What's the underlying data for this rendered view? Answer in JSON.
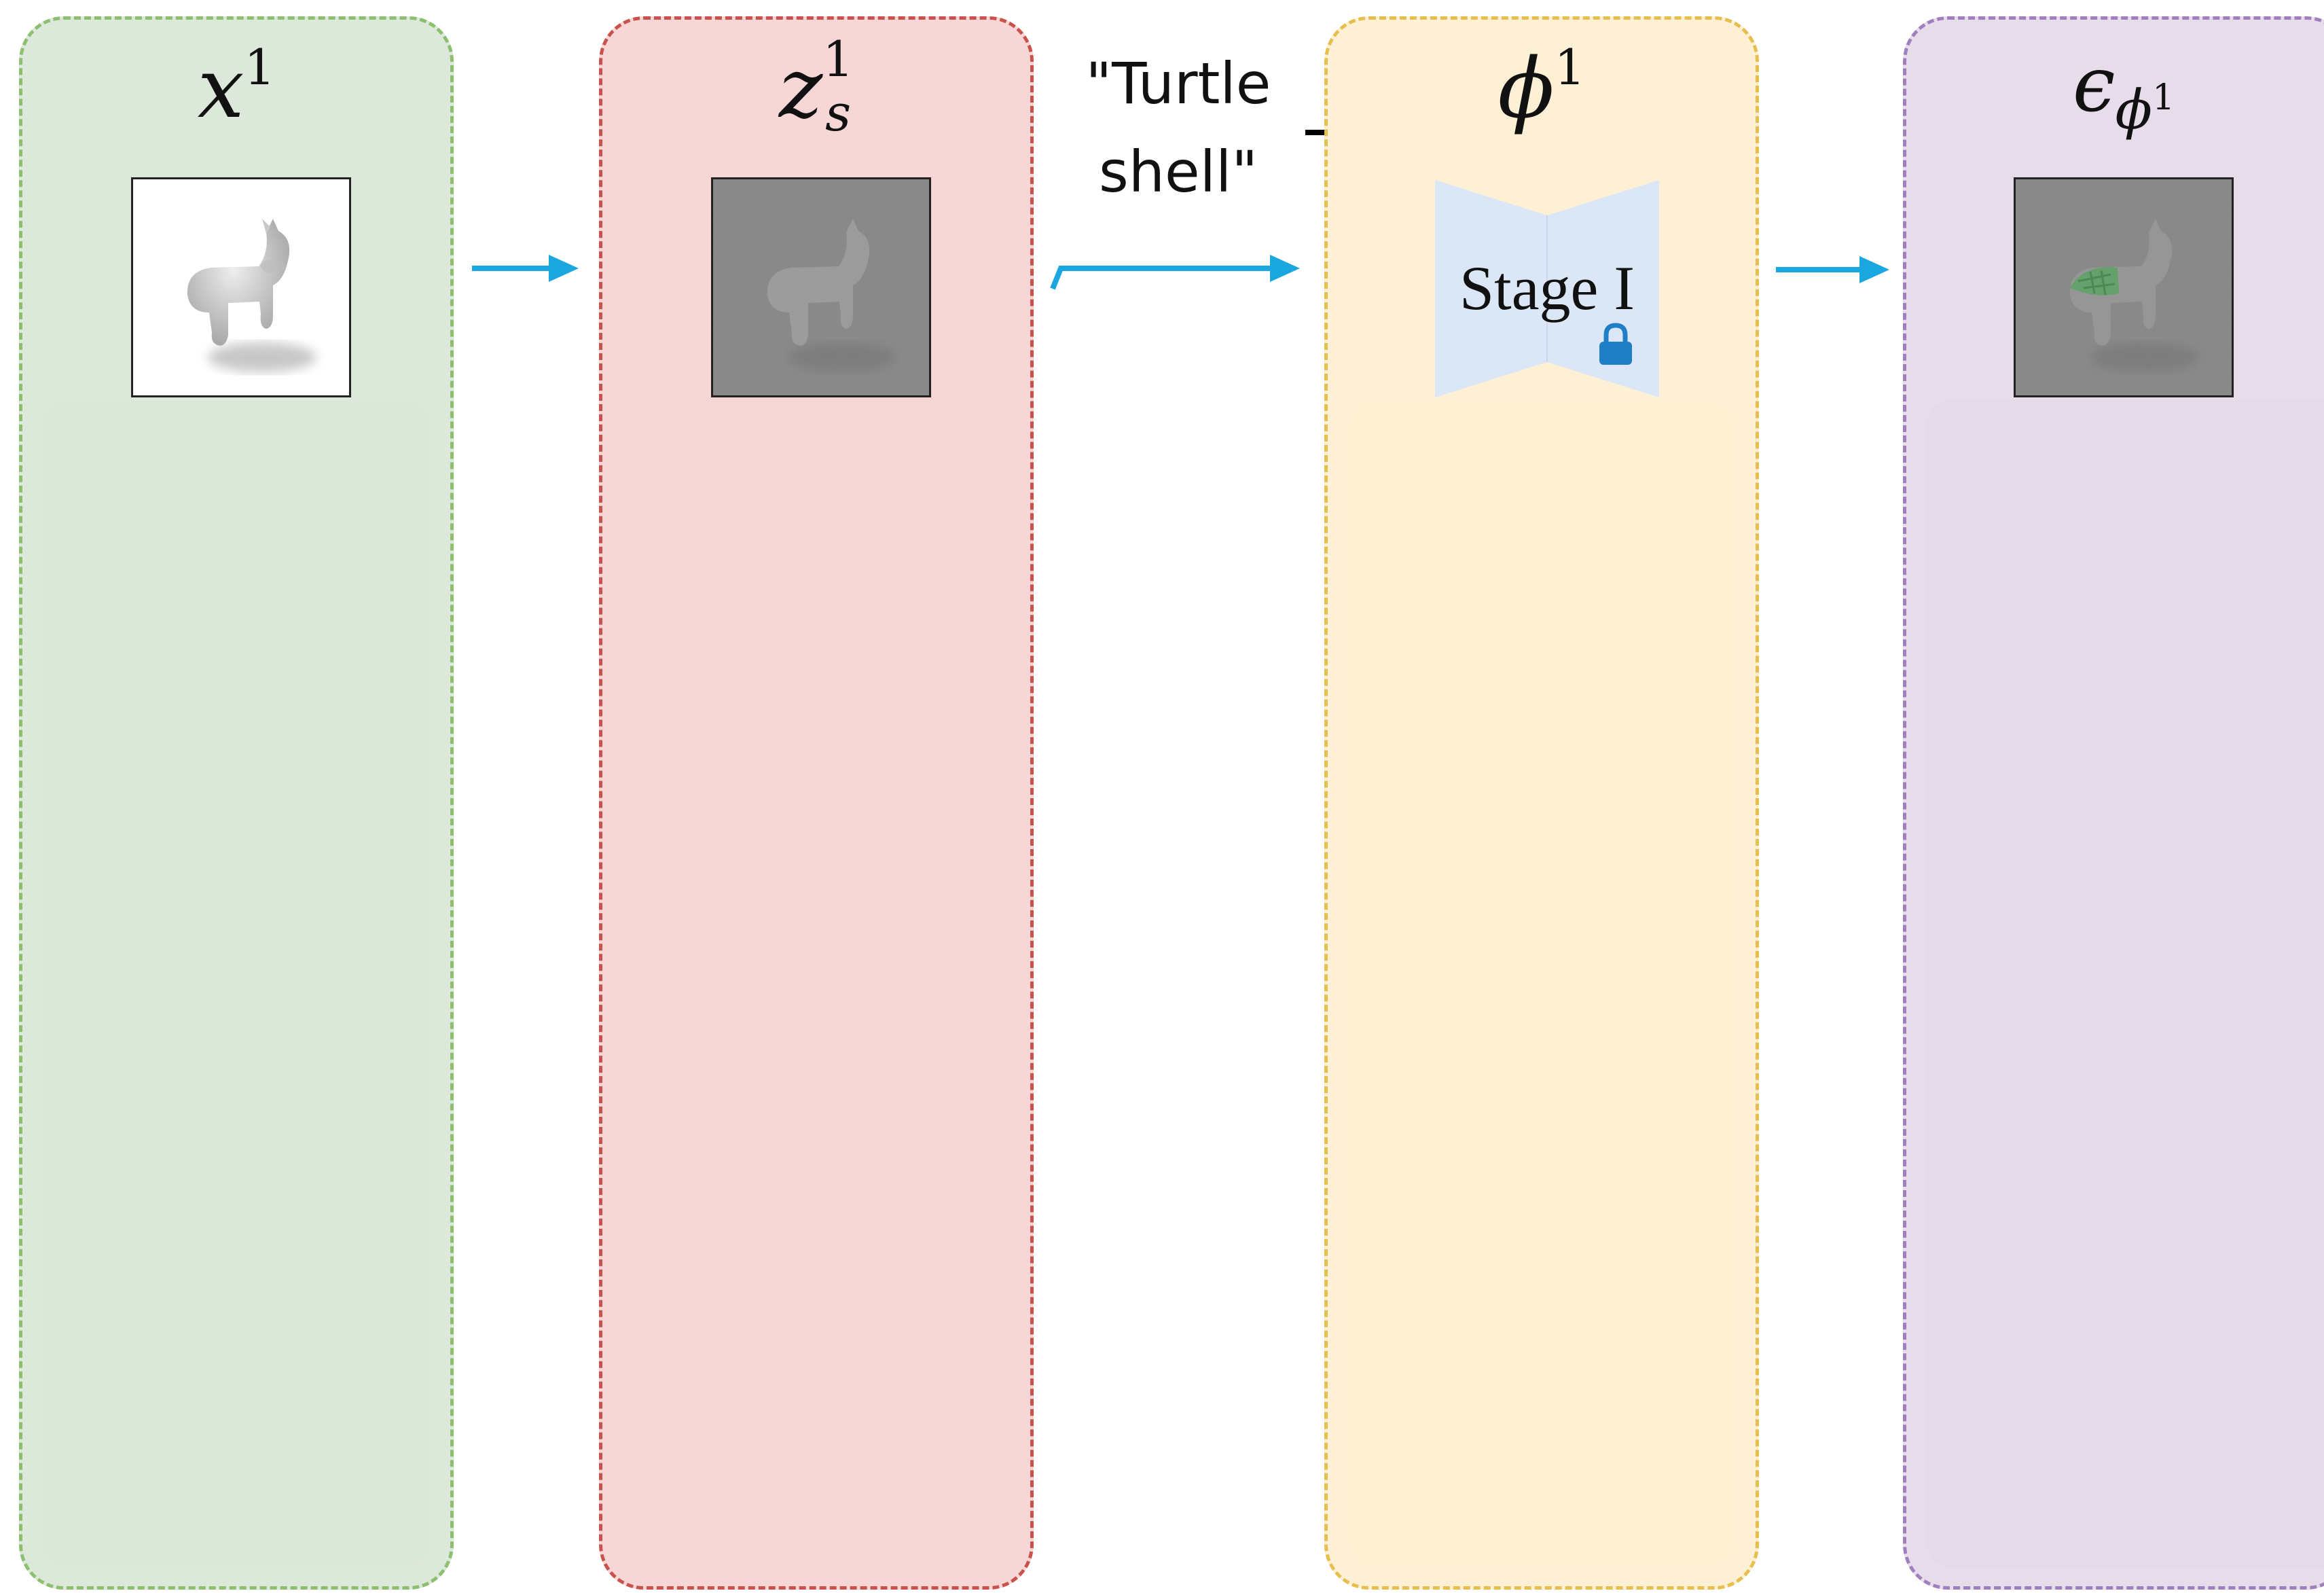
{
  "colors": {
    "panel_x": {
      "fill": "#dce8da",
      "border": "#8cc06f"
    },
    "panel_z": {
      "fill": "#f6d7d6",
      "border": "#c9534c"
    },
    "panel_phi": {
      "fill": "#fdf0d5",
      "border": "#e6bf4f"
    },
    "panel_eps": {
      "fill": "#e6dcea",
      "border": "#a07fbf"
    },
    "arrow_blue": "#1aa7df",
    "arrow_black": "#000000",
    "unet_fill": "#dbe7f6",
    "lock": "#1f7fc6",
    "noise_bg": "#7d7d7d"
  },
  "panels": {
    "x": {
      "symbol": "x",
      "sup": "1"
    },
    "z": {
      "symbol": "z",
      "sup": "1",
      "sub": "s"
    },
    "phi": {
      "symbol": "ϕ",
      "sup": "1"
    },
    "eps": {
      "symbol": "ϵ",
      "sub_symbol": "ϕ",
      "sub_sup": "1"
    }
  },
  "prompt": {
    "line1": "\"Turtle",
    "line2": "shell\""
  },
  "unet": {
    "label": "Stage I",
    "icon": "lock-icon"
  },
  "images": {
    "input": "toy-cow-render",
    "noisy": "noisy-toy-cow",
    "predicted": "predicted-noise-with-shell"
  }
}
